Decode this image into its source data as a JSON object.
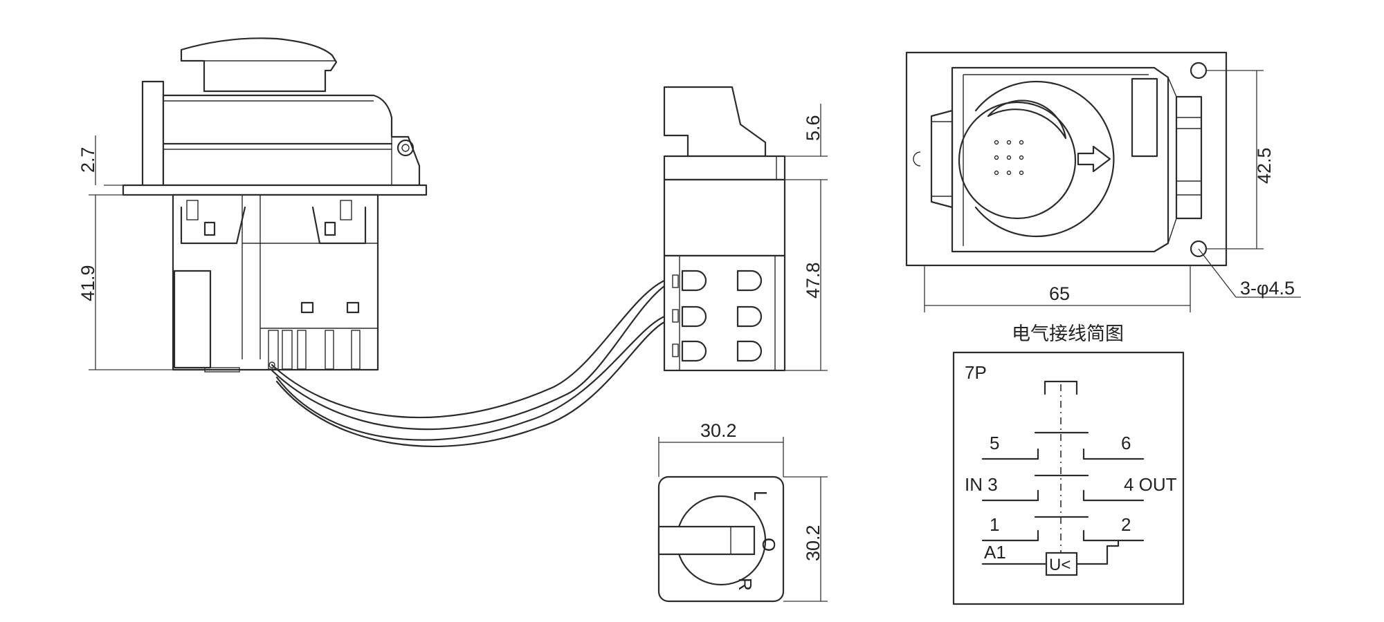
{
  "side_view": {
    "dim_flange": "2.7",
    "dim_height": "41.9"
  },
  "switch_block": {
    "dim_top": "5.6",
    "dim_body": "47.8"
  },
  "front_view": {
    "dim_width": "30.2",
    "dim_height": "30.2",
    "label_l": "L",
    "label_o": "O",
    "label_r": "R"
  },
  "top_view": {
    "dim_height": "42.5",
    "dim_width": "65",
    "dim_holes": "3-φ4.5"
  },
  "wiring": {
    "title": "电气接线简图",
    "pole_label": "7P",
    "t5": "5",
    "t6": "6",
    "t_in3": "IN 3",
    "t_4out": "4 OUT",
    "t1": "1",
    "t2": "2",
    "t_a1": "A1",
    "coil": "U<"
  }
}
